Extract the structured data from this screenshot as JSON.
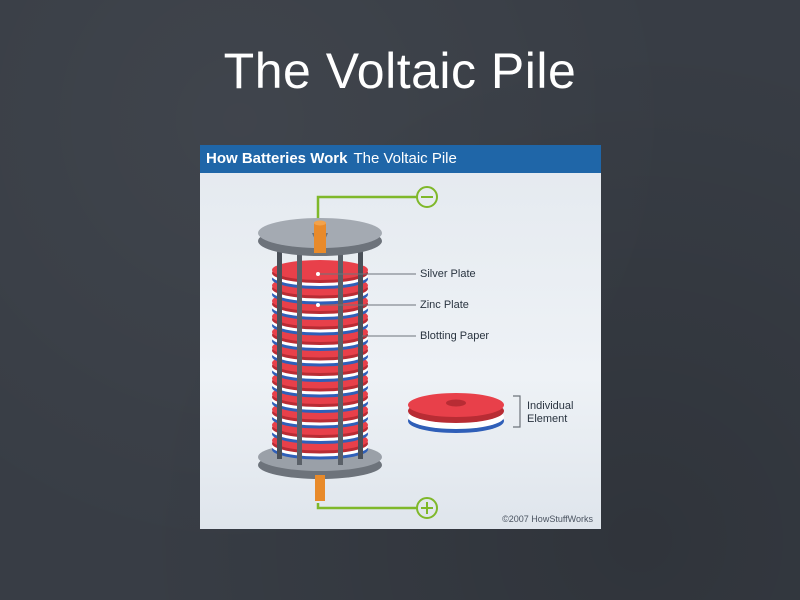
{
  "slide": {
    "title": "The Voltaic Pile"
  },
  "figure": {
    "brand": "How Batteries Work",
    "subject": "The Voltaic Pile",
    "labels": {
      "silver_plate": "Silver Plate",
      "zinc_plate": "Zinc Plate",
      "blotting_paper": "Blotting Paper",
      "individual_element_line1": "Individual",
      "individual_element_line2": "Element"
    },
    "credit": "©2007 HowStuffWorks",
    "colors": {
      "header": "#1f66a8",
      "silver_plate": "#e8404a",
      "zinc_plate": "#2f5fb8",
      "blotting_paper": "#ffffff",
      "wire": "#7fb82a",
      "terminal_rod": "#e88a2a"
    },
    "terminals": {
      "negative": "−",
      "positive": "+"
    }
  }
}
